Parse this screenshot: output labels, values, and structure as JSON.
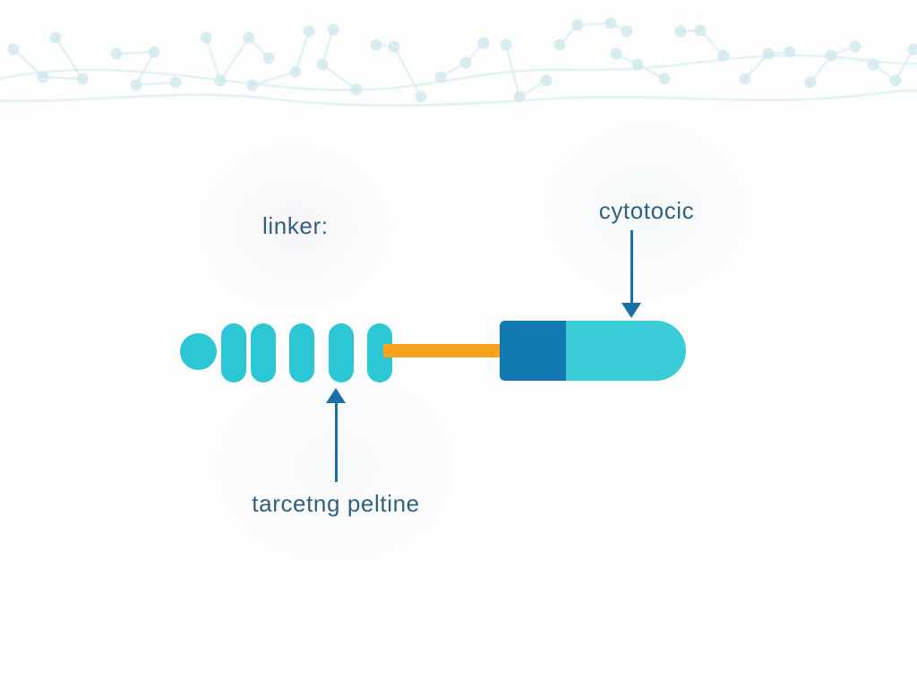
{
  "figure": {
    "description": "Drug-conjugate schematic: segmented targeting peptide joined by an orange linker to a two-part cytotoxic payload capsule",
    "labels": {
      "linker": "linker:",
      "cytotoxic": "cytotocic",
      "targeting": "tarcetng peltine"
    },
    "colors": {
      "background": "#fdfdfe",
      "segment_cyan": "#2bc7d4",
      "capsule_cyan": "#3acdd9",
      "payload_blue": "#1278b2",
      "linker_orange": "#f9a21c",
      "arrow_blue": "#1a6fa6",
      "label_text": "#2f617e",
      "network_line": "#d8eef1",
      "network_node": "#cfe9ee"
    },
    "structure": {
      "targeting_circle_count": 1,
      "targeting_segment_count": 5,
      "payload_segment_count": 2
    }
  }
}
